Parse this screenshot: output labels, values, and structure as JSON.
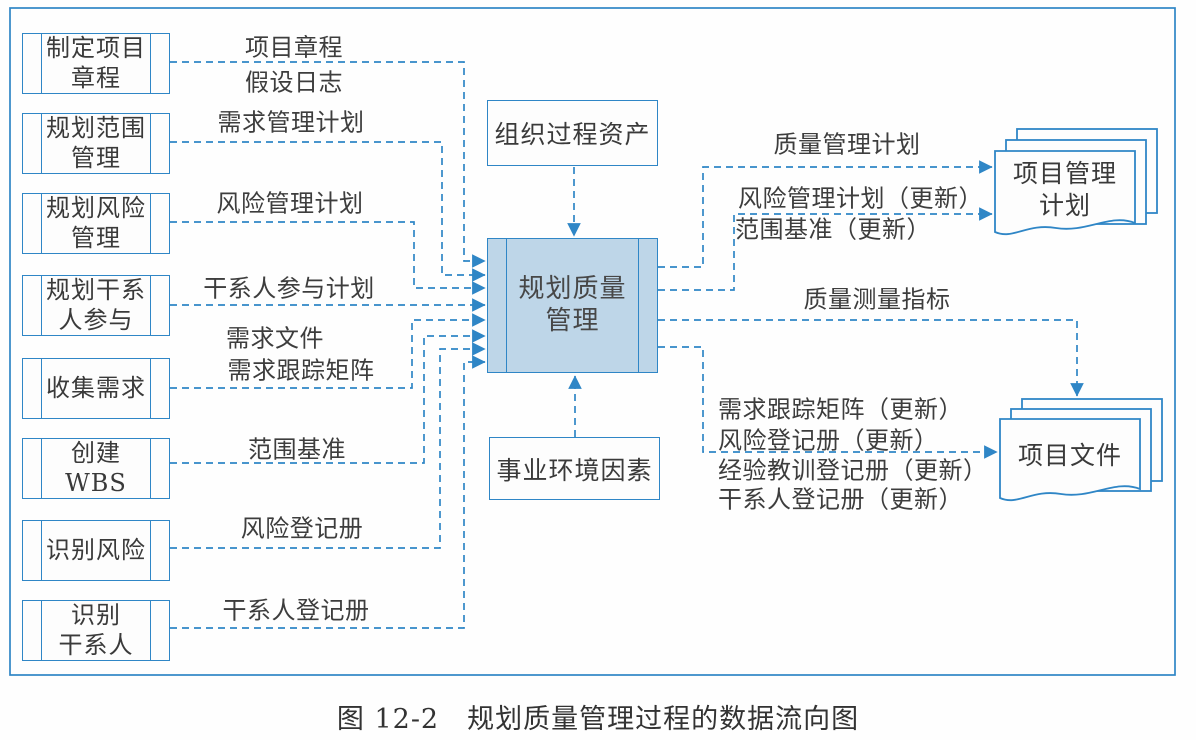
{
  "figure": {
    "caption": "图 12-2　规划质量管理过程的数据流向图",
    "accent_color": "#2f86c6",
    "process_fill": "#bed6e8"
  },
  "source_boxes": [
    {
      "lines": [
        "制定项目",
        "章程"
      ]
    },
    {
      "lines": [
        "规划范围",
        "管理"
      ]
    },
    {
      "lines": [
        "规划风险",
        "管理"
      ]
    },
    {
      "lines": [
        "规划干系",
        "人参与"
      ]
    },
    {
      "lines": [
        "收集需求"
      ]
    },
    {
      "lines": [
        "创建WBS"
      ]
    },
    {
      "lines": [
        "识别风险"
      ]
    },
    {
      "lines": [
        "识别",
        "干系人"
      ]
    }
  ],
  "process": {
    "lines": [
      "规划质量",
      "管理"
    ]
  },
  "external_inputs": {
    "top": "组织过程资产",
    "bottom": "事业环境因素"
  },
  "documents": [
    {
      "lines": [
        "项目管理",
        "计划"
      ]
    },
    {
      "lines": [
        "项目文件"
      ]
    }
  ],
  "input_flows": [
    "项目章程",
    "假设日志",
    "需求管理计划",
    "风险管理计划",
    "干系人参与计划",
    "需求文件",
    "需求跟踪矩阵",
    "范围基准",
    "风险登记册",
    "干系人登记册"
  ],
  "output_flows": [
    "质量管理计划",
    "风险管理计划（更新）",
    "范围基准（更新）",
    "质量测量指标",
    "需求跟踪矩阵（更新）",
    "风险登记册（更新）",
    "经验教训登记册（更新）",
    "干系人登记册（更新）"
  ]
}
